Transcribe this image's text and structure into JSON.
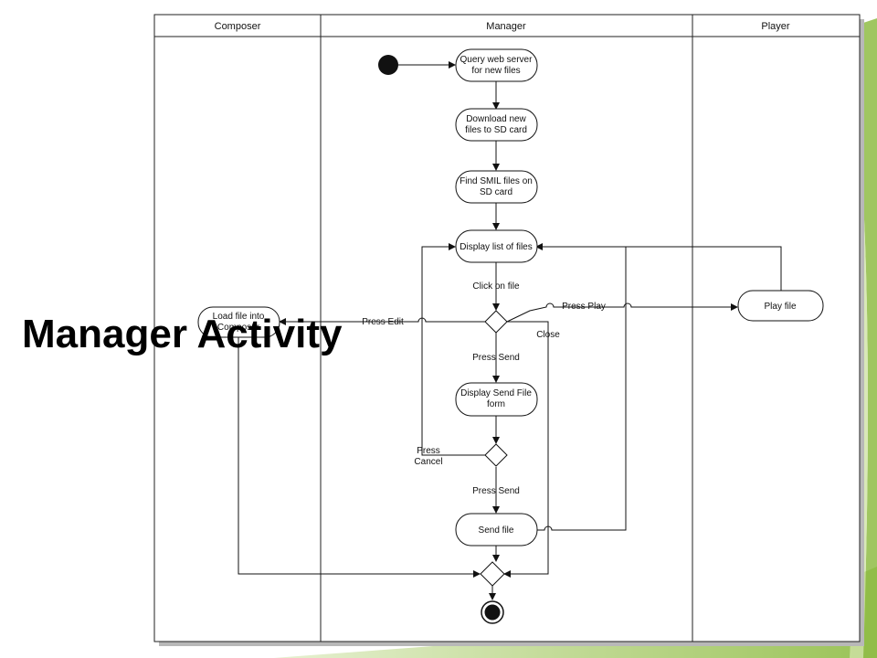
{
  "slide": {
    "title": "Manager Activity"
  },
  "colors": {
    "background": "#ffffff",
    "accent_green_light": "#d9e9b8",
    "accent_green": "#86b338",
    "ink": "#111111"
  },
  "swimlanes": [
    "Composer",
    "Manager",
    "Player"
  ],
  "nodes": {
    "query": [
      "Query web server",
      "for new files"
    ],
    "download": [
      "Download new",
      "files to SD card"
    ],
    "find": [
      "Find SMIL files on",
      "SD card"
    ],
    "display_list": [
      "Display list of files"
    ],
    "load_file": [
      "Load file into",
      "Composer"
    ],
    "play_file": [
      "Play file"
    ],
    "display_send": [
      "Display Send File",
      "form"
    ],
    "send_file": [
      "Send file"
    ]
  },
  "edge_labels": {
    "click_on_file": "Click on file",
    "press_edit": "Press Edit",
    "press_play": "Press Play",
    "close": "Close",
    "press_send_1": "Press Send",
    "press_cancel": [
      "Press",
      "Cancel"
    ],
    "press_send_2": "Press Send"
  }
}
